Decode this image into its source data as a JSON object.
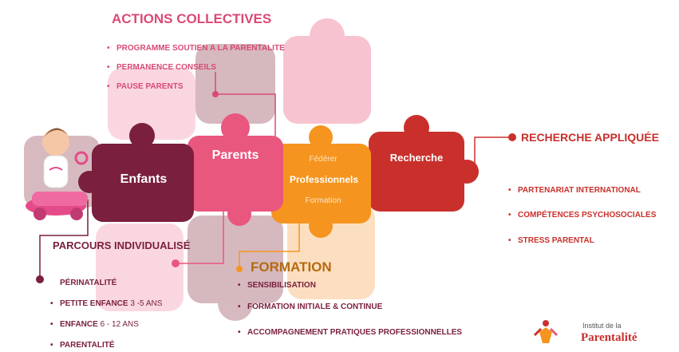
{
  "colors": {
    "enfants": "#7a1f3d",
    "parents": "#e9567e",
    "professionnels": "#f5951f",
    "recherche": "#c9302c",
    "actions": "#d94a74",
    "formation": "#b46a10",
    "parcours": "#7a1f3d",
    "recherche_title": "#c9302c"
  },
  "puzzle": {
    "enfants": "Enfants",
    "parents": "Parents",
    "professionnels": "Professionnels",
    "federer": "Fédérer",
    "formation_small": "Formation",
    "recherche": "Recherche"
  },
  "actions": {
    "title": "ACTIONS COLLECTIVES",
    "items": [
      "PROGRAMME SOUTIEN A LA PARENTALITE",
      "PERMANENCE CONSEILS",
      "PAUSE PARENTS"
    ]
  },
  "recherche_block": {
    "title": "RECHERCHE APPLIQUÉE",
    "items": [
      "PARTENARIAT INTERNATIONAL",
      "COMPÉTENCES PSYCHOSOCIALES",
      "STRESS PARENTAL"
    ]
  },
  "parcours": {
    "title": "PARCOURS INDIVIDUALISÉ",
    "items": [
      {
        "bold": "PÉRINATALITÉ",
        "rest": ""
      },
      {
        "bold": "PETITE ENFANCE",
        "rest": " 3 -5 ANS"
      },
      {
        "bold": "ENFANCE",
        "rest": " 6 - 12 ANS"
      },
      {
        "bold": "PARENTALITÉ",
        "rest": ""
      }
    ]
  },
  "formation_block": {
    "title": "FORMATION",
    "items": [
      "SENSIBILISATION",
      "FORMATION INITIALE & CONTINUE",
      "ACCOMPAGNEMENT PRATIQUES PROFESSIONNELLES"
    ]
  },
  "logo": {
    "line1": "Institut de la",
    "line2": "Parentalité"
  },
  "icons": [
    "child-on-toy-car-icon",
    "institut-logo-icon"
  ]
}
